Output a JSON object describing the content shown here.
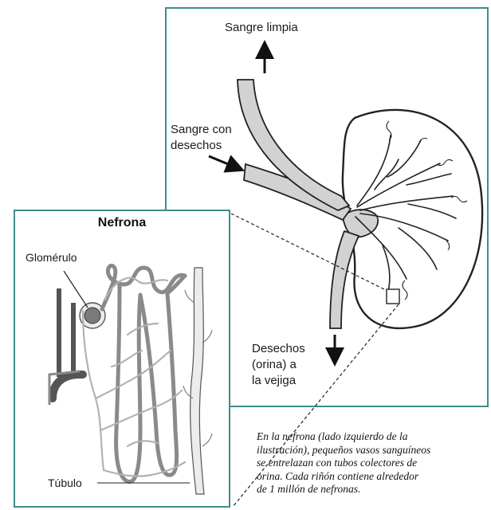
{
  "colors": {
    "frame": "#3f8d8d",
    "vessel_fill": "#d2d2d2",
    "outline": "#222222",
    "glomerulus": "#7a7a7a",
    "tubule_fill": "#ececec"
  },
  "labels": {
    "sangre_limpia": "Sangre limpia",
    "sangre_con_desechos_line1": "Sangre con",
    "sangre_con_desechos_line2": "desechos",
    "desechos_line1": "Desechos",
    "desechos_line2": "(orina) a",
    "desechos_line3": "la vejiga",
    "nefrona_title": "Nefrona",
    "glomerulo": "Glomérulo",
    "tubulo": "Túbulo"
  },
  "caption": {
    "line1": "En la nefrona (lado izquierdo de la",
    "line2": "ilustración), pequeños vasos sanguíneos",
    "line3": "se entrelazan con tubos colectores de",
    "line4": "orina.  Cada riñón contiene alrededor",
    "line5": "de 1 millón de nefronas."
  }
}
